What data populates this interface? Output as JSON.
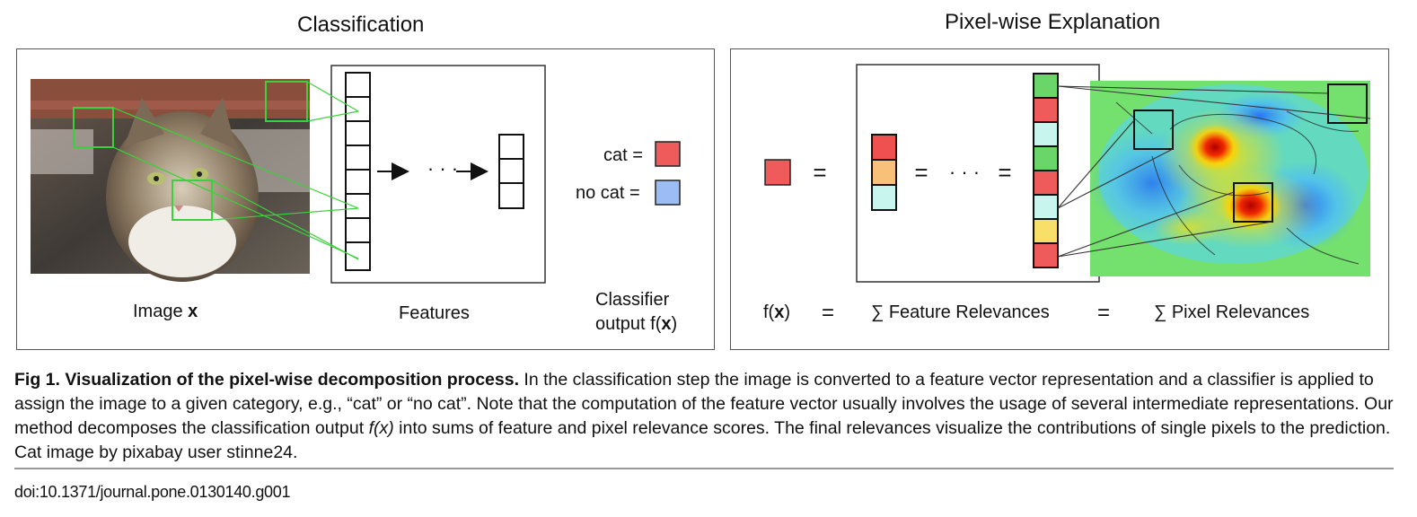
{
  "left_panel": {
    "title": "Classification",
    "image_label": "Image",
    "image_label_var": "x",
    "features_label": "Features",
    "classifier_label_line1": "Classifier",
    "classifier_label_line2_prefix": "output f(",
    "classifier_label_line2_var": "x",
    "classifier_label_line2_suffix": ")",
    "cat_label": "cat =",
    "no_cat_label": "no cat =",
    "cat_color": "#ef5b5b",
    "no_cat_color": "#9cbcf5"
  },
  "right_panel": {
    "title": "Pixel-wise Explanation",
    "fx_prefix": "f(",
    "fx_var": "x",
    "fx_suffix": ")",
    "eq1": "=",
    "feature_rel": "∑ Feature Relevances",
    "eq2": "=",
    "pixel_rel": "∑ Pixel Relevances",
    "equals": "=",
    "dots": "· · ·",
    "relevance_colors": [
      "#6ad66a",
      "#ef5b5b",
      "#c8f5ee",
      "#6ad66a",
      "#ef5b5b",
      "#c8f5ee",
      "#f7df6a",
      "#ef5b5b"
    ],
    "mid_colors": [
      "#ef5050",
      "#f9c07a",
      "#c8f5ee"
    ],
    "fx_box_color": "#ef5b5b"
  },
  "caption": {
    "lead": "Fig 1.  Visualization of the pixel-wise decomposition process.",
    "body_1": " In the classification step the image is converted to a feature vector representation and a classifier is applied to assign the image to a given category, e.g., “cat” or “no cat”. Note that the computation of the feature vector usually involves the usage of several intermediate representations. Our method decomposes the classification output ",
    "body_fx": "f(x)",
    "body_2": " into sums of feature and pixel relevance scores. The final relevances visualize the contributions of single pixels to the prediction. Cat image by pixabay user stinne24."
  },
  "doi": "doi:10.1371/journal.pone.0130140.g001"
}
